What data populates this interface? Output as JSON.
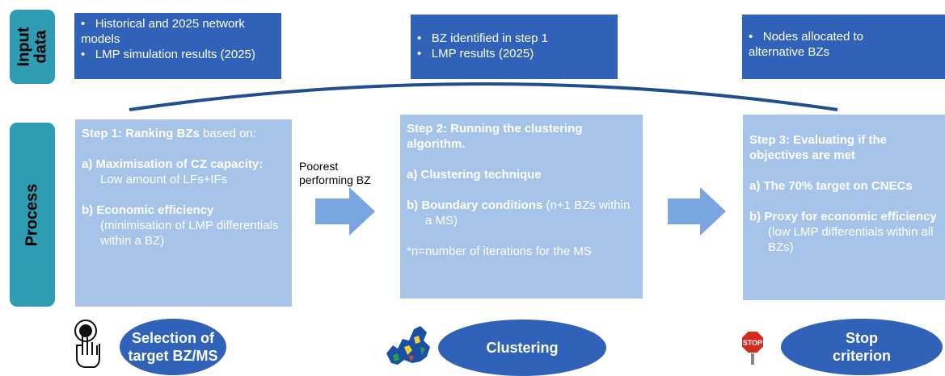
{
  "side_tabs": {
    "input": "Input\ndata",
    "process": "Process"
  },
  "inputs": {
    "box1": [
      "•   Historical and 2025 network models",
      "•   LMP simulation results (2025)"
    ],
    "box2": [
      "•   BZ identified in step 1",
      "•   LMP results (2025)"
    ],
    "box3": [
      "•   Nodes allocated to alternative BZs"
    ]
  },
  "steps": {
    "step1": {
      "title_bold": "Step 1: Ranking BZs",
      "title_rest": " based on:",
      "a_prefix": "a) ",
      "a_bold": "Maximisation of CZ capacity:",
      "a_rest": " Low amount of LFs+IFs",
      "b_prefix": "b) ",
      "b_bold": "Economic efficiency",
      "b_rest": " (minimisation of LMP differentials within a BZ)"
    },
    "step2": {
      "title": "Step 2: Running the clustering algorithm.",
      "a": "a) Clustering technique",
      "b_prefix": "b) ",
      "b_bold": "Boundary conditions",
      "b_rest": " (n+1 BZs within a MS)",
      "note": "*n=number of iterations for the MS"
    },
    "step3": {
      "title": "Step 3: Evaluating if the objectives are met",
      "a": "a) The 70% target on CNECs",
      "b_prefix": "b) ",
      "b_bold": "Proxy for economic efficiency",
      "b_rest": " (low LMP differentials within all BZs)"
    }
  },
  "arrow_label": "Poorest\nperforming BZ",
  "ovals": {
    "selection": "Selection of\ntarget BZ/MS",
    "clustering": "Clustering",
    "stop": "Stop\ncriterion"
  },
  "stop_sign_text": "STOP",
  "colors": {
    "dark_blue": "#2f62b8",
    "light_blue": "#a6c3ea",
    "teal": "#2e9cb3",
    "arrow": "#7aa6df",
    "curve": "#1f4f8c"
  },
  "icons": [
    "hand-pointer-icon",
    "europe-map-icon",
    "stop-sign-icon"
  ]
}
